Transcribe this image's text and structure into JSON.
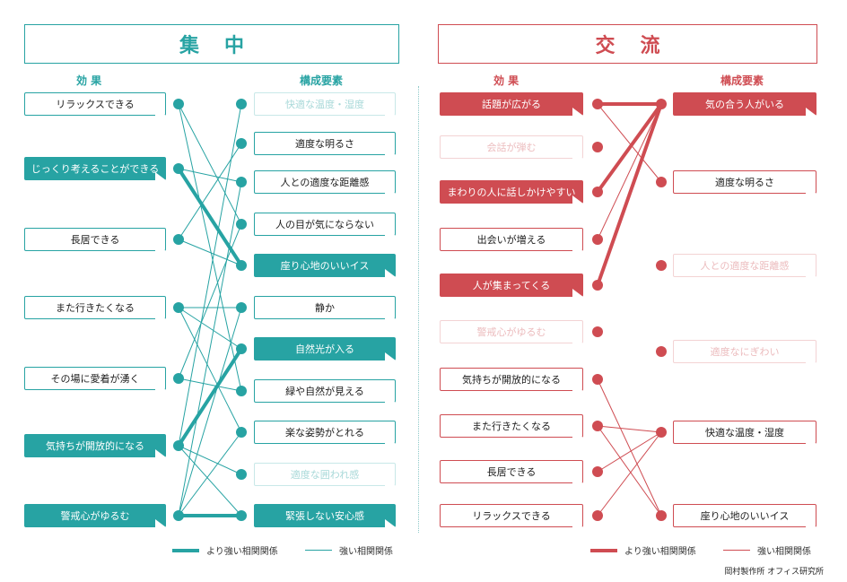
{
  "colors": {
    "teal": "#27a3a3",
    "red": "#cf4c52"
  },
  "left": {
    "title": "集中",
    "effects_label": "効 果",
    "elements_label": "構成要素",
    "effects": [
      {
        "text": "リラックスできる",
        "state": "off"
      },
      {
        "text": "じっくり考えることができる",
        "state": "on"
      },
      {
        "text": "長居できる",
        "state": "off"
      },
      {
        "text": "また行きたくなる",
        "state": "off"
      },
      {
        "text": "その場に愛着が湧く",
        "state": "off"
      },
      {
        "text": "気持ちが開放的になる",
        "state": "on"
      },
      {
        "text": "警戒心がゆるむ",
        "state": "on"
      }
    ],
    "elements": [
      {
        "text": "快適な温度・湿度",
        "state": "dim"
      },
      {
        "text": "適度な明るさ",
        "state": "off"
      },
      {
        "text": "人との適度な距離感",
        "state": "off"
      },
      {
        "text": "人の目が気にならない",
        "state": "off"
      },
      {
        "text": "座り心地のいいイス",
        "state": "on"
      },
      {
        "text": "静か",
        "state": "off"
      },
      {
        "text": "自然光が入る",
        "state": "on"
      },
      {
        "text": "緑や自然が見える",
        "state": "off"
      },
      {
        "text": "楽な姿勢がとれる",
        "state": "off"
      },
      {
        "text": "適度な囲われ感",
        "state": "dim"
      },
      {
        "text": "緊張しない安心感",
        "state": "on"
      }
    ],
    "links": [
      [
        0,
        3
      ],
      [
        0,
        7
      ],
      [
        1,
        2
      ],
      [
        1,
        4,
        "strong"
      ],
      [
        2,
        1
      ],
      [
        2,
        4
      ],
      [
        3,
        6
      ],
      [
        3,
        5
      ],
      [
        3,
        8
      ],
      [
        4,
        3
      ],
      [
        4,
        7
      ],
      [
        5,
        0
      ],
      [
        5,
        6,
        "strong"
      ],
      [
        5,
        9
      ],
      [
        5,
        10
      ],
      [
        6,
        2
      ],
      [
        6,
        5
      ],
      [
        6,
        8
      ],
      [
        6,
        10,
        "strong"
      ]
    ],
    "legend_strong": "より強い相関関係",
    "legend_normal": "強い相関関係"
  },
  "right": {
    "title": "交流",
    "effects_label": "効 果",
    "elements_label": "構成要素",
    "effects": [
      {
        "text": "話題が広がる",
        "state": "on"
      },
      {
        "text": "会話が弾む",
        "state": "dim"
      },
      {
        "text": "まわりの人に話しかけやすい",
        "state": "on"
      },
      {
        "text": "出会いが増える",
        "state": "off"
      },
      {
        "text": "人が集まってくる",
        "state": "on"
      },
      {
        "text": "警戒心がゆるむ",
        "state": "dim"
      },
      {
        "text": "気持ちが開放的になる",
        "state": "off"
      },
      {
        "text": "また行きたくなる",
        "state": "off"
      },
      {
        "text": "長居できる",
        "state": "off"
      },
      {
        "text": "リラックスできる",
        "state": "off"
      }
    ],
    "elements": [
      {
        "text": "気の合う人がいる",
        "state": "on"
      },
      {
        "text": "適度な明るさ",
        "state": "off"
      },
      {
        "text": "人との適度な距離感",
        "state": "dim"
      },
      {
        "text": "適度なにぎわい",
        "state": "dim"
      },
      {
        "text": "快適な温度・湿度",
        "state": "off"
      },
      {
        "text": "座り心地のいいイス",
        "state": "off"
      }
    ],
    "links": [
      [
        0,
        0,
        "strong"
      ],
      [
        0,
        1
      ],
      [
        2,
        0,
        "strong"
      ],
      [
        3,
        0
      ],
      [
        4,
        0,
        "strong"
      ],
      [
        6,
        5
      ],
      [
        7,
        4
      ],
      [
        7,
        5
      ],
      [
        8,
        4
      ],
      [
        9,
        4
      ]
    ],
    "legend_strong": "より強い相関関係",
    "legend_normal": "強い相関関係"
  },
  "credit": "岡村製作所 オフィス研究所"
}
